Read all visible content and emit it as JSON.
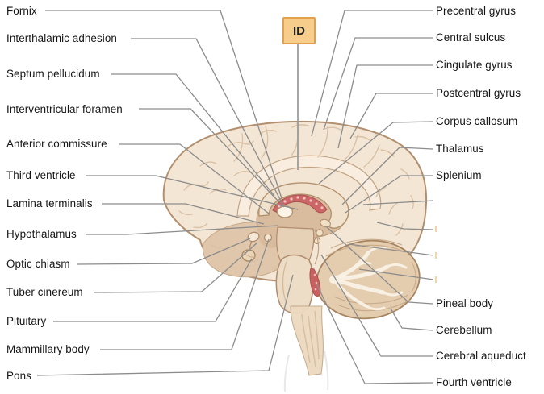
{
  "figure": {
    "title_hint": "Midsagittal brain section diagram with leader-line labels",
    "id_tag": "ID",
    "left_labels": [
      "Fornix",
      "Interthalamic adhesion",
      "Septum pellucidum",
      "Interventricular foramen",
      "Anterior commissure",
      "Third ventricle",
      "Lamina terminalis",
      "Hypothalamus",
      "Optic chiasm",
      "Tuber cinereum",
      "Pituitary",
      "Mammillary body",
      "Pons"
    ],
    "right_labels": [
      "Precentral gyrus",
      "Central sulcus",
      "Cingulate gyrus",
      "Postcentral gyrus",
      "Corpus callosum",
      "Thalamus",
      "Splenium",
      "Pineal body",
      "Cerebellum",
      "Cerebral aqueduct",
      "Fourth ventricle"
    ],
    "unlabeled_leader_lines": 4,
    "colors": {
      "id_box_fill": "#f7cd8c",
      "id_box_border": "#e2a24c",
      "cortex_fill": "#f4e6d5",
      "cortex_outline": "#b2906f",
      "deep_tan": "#d8bc9d",
      "cerebellum_fill": "#e4ccae",
      "highlight_red": "#cd6767",
      "leader_line_gray": "#8c8c8c",
      "label_text": "#151515"
    }
  }
}
